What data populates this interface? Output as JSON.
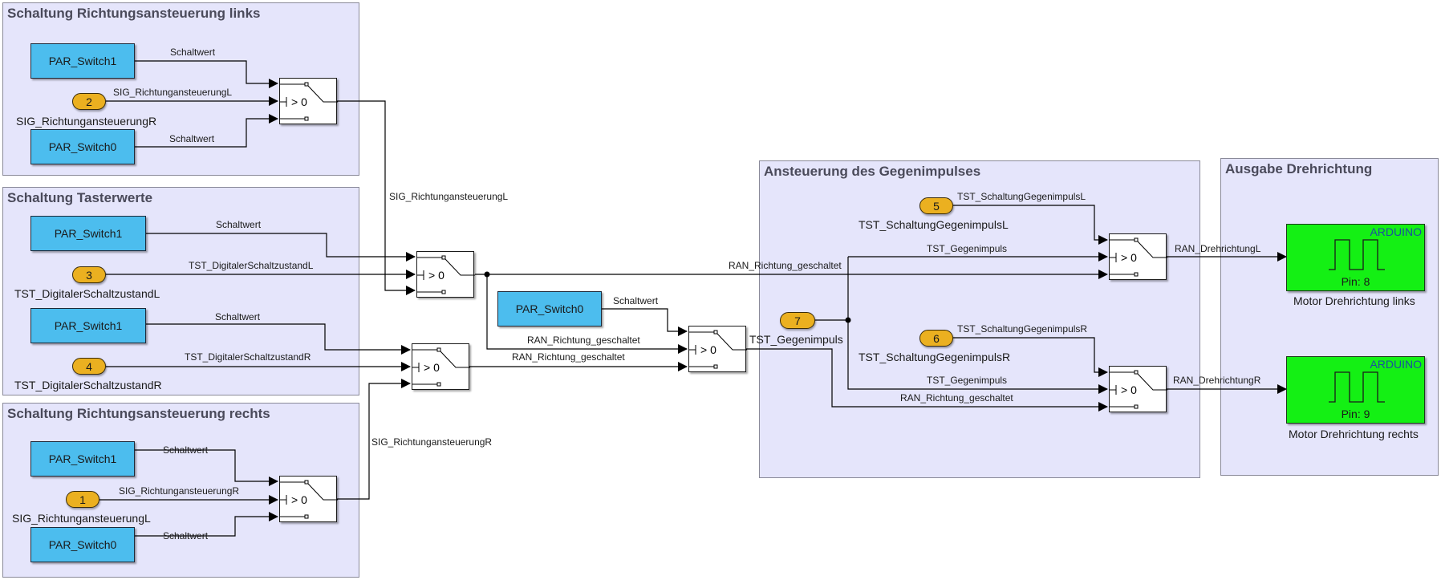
{
  "areas": {
    "links": "Schaltung Richtungsansteuerung links",
    "taster": "Schaltung Tasterwerte",
    "rechts": "Schaltung Richtungsansteuerung rechts",
    "gegen": "Ansteuerung des Gegenimpulses",
    "ausgabe": "Ausgabe Drehrichtung"
  },
  "constants": {
    "c1": "PAR_Switch1",
    "c2": "PAR_Switch0",
    "c3": "PAR_Switch1",
    "c4": "PAR_Switch1",
    "c5": "PAR_Switch1",
    "c6": "PAR_Switch0",
    "c7": "PAR_Switch0"
  },
  "inports": {
    "p2": {
      "number": "2",
      "name": "SIG_RichtungansteuerungR"
    },
    "p3": {
      "number": "3",
      "name": "TST_DigitalerSchaltzustandL"
    },
    "p4": {
      "number": "4",
      "name": "TST_DigitalerSchaltzustandR"
    },
    "p1": {
      "number": "1",
      "name": "SIG_RichtungansteuerungL"
    },
    "p5": {
      "number": "5",
      "name": "TST_SchaltungGegenimpulsL"
    },
    "p7": {
      "number": "7",
      "name": "TST_Gegenimpuls"
    },
    "p6": {
      "number": "6",
      "name": "TST_SchaltungGegenimpulsR"
    }
  },
  "switch_threshold": "> 0",
  "signals": {
    "schaltwert": "Schaltwert",
    "sig_l": "SIG_RichtungansteuerungL",
    "sig_r": "SIG_RichtungansteuerungR",
    "tst_l": "TST_DigitalerSchaltzustandL",
    "tst_r": "TST_DigitalerSchaltzustandR",
    "ran": "RAN_Richtung_geschaltet",
    "tst_gegen": "TST_Gegenimpuls",
    "tst_sgl": "TST_SchaltungGegenimpulsL",
    "tst_sgr": "TST_SchaltungGegenimpulsR",
    "ran_dl": "RAN_DrehrichtungL",
    "ran_dr": "RAN_DrehrichtungR"
  },
  "outputs": {
    "left": {
      "brand": "ARDUINO",
      "pin": "Pin: 8",
      "name": "Motor Drehrichtung links"
    },
    "right": {
      "brand": "ARDUINO",
      "pin": "Pin: 9",
      "name": "Motor Drehrichtung rechts"
    }
  }
}
